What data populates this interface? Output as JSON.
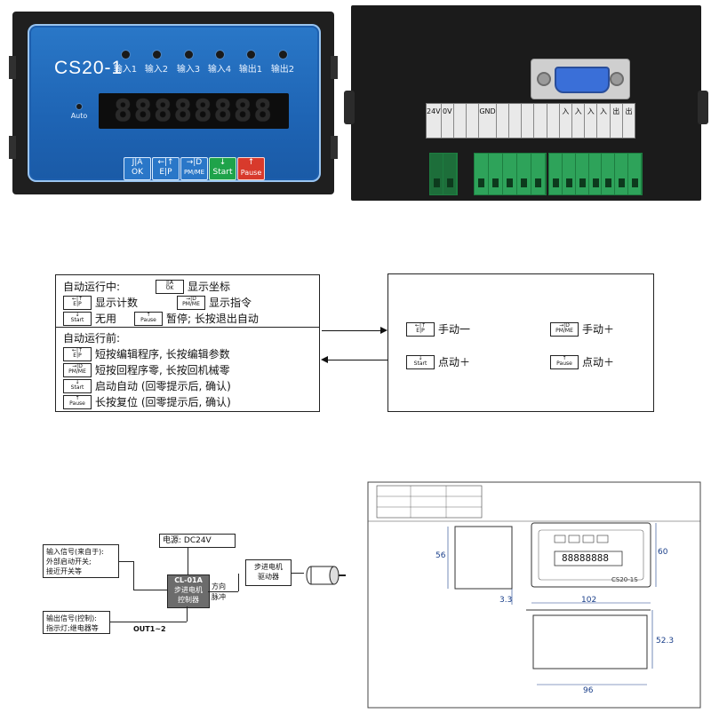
{
  "front_panel": {
    "model": "CS20-1",
    "indicators": [
      "输入1",
      "输入2",
      "输入3",
      "输入4",
      "输出1",
      "输出2"
    ],
    "auto_label": "Auto",
    "display_text": "88888888",
    "keys": [
      {
        "top": "J|A",
        "bottom": "OK"
      },
      {
        "top": "←|↑",
        "bottom": "E|P"
      },
      {
        "top": "→|D",
        "bottom": "PM/ME"
      },
      {
        "top": "↓",
        "bottom": "Start"
      },
      {
        "top": "↑",
        "bottom": "Pause"
      }
    ]
  },
  "back_panel": {
    "label_cells": [
      "24V",
      "0V",
      "",
      "",
      "GND",
      "",
      "",
      "",
      "",
      "",
      "入",
      "入",
      "入",
      "入",
      "出",
      "出"
    ]
  },
  "key_guide": {
    "running_title": "自动运行中:",
    "running_items": [
      {
        "key_top": "J|A",
        "key_bottom": "OK",
        "text": "显示坐标"
      },
      {
        "key_top": "←|↑",
        "key_bottom": "E|P",
        "text": "显示计数"
      },
      {
        "key_top": "→|D",
        "key_bottom": "PM/ME",
        "text": "显示指令"
      },
      {
        "key_top": "↓",
        "key_bottom": "Start",
        "text": "无用"
      },
      {
        "key_top": "↑",
        "key_bottom": "Pause",
        "text": "暂停; 长按退出自动"
      }
    ],
    "before_title": "自动运行前:",
    "before_items": [
      {
        "key_top": "←|↑",
        "key_bottom": "E|P",
        "text": "短按编辑程序, 长按编辑参数"
      },
      {
        "key_top": "→|D",
        "key_bottom": "PM/ME",
        "text": "短按回程序零, 长按回机械零"
      },
      {
        "key_top": "↓",
        "key_bottom": "Start",
        "text": "启动自动 (回零提示后, 确认)"
      },
      {
        "key_top": "↑",
        "key_bottom": "Pause",
        "text": "长按复位 (回零提示后, 确认)"
      }
    ],
    "manual_items": [
      {
        "key_top": "←|↑",
        "key_bottom": "E|P",
        "text": "手动一"
      },
      {
        "key_top": "→|D",
        "key_bottom": "PM/ME",
        "text": "手动＋"
      },
      {
        "key_top": "↓",
        "key_bottom": "Start",
        "text": "点动＋"
      },
      {
        "key_top": "↑",
        "key_bottom": "Pause",
        "text": "点动＋"
      }
    ]
  },
  "wiring": {
    "power": "电源: DC24V",
    "input_box": [
      "输入信号(来自于):",
      "外部启动开关;",
      "接近开关等"
    ],
    "controller": [
      "CL-01A",
      "步进电机",
      "控制器"
    ],
    "signal_label": [
      "方向",
      "脉冲"
    ],
    "driver": [
      "步进电机",
      "驱动器"
    ],
    "output_box": [
      "输出信号(控制):",
      "指示灯;继电器等"
    ],
    "out_label": "OUT1~2"
  },
  "drawing": {
    "dimensions": {
      "height_left": "56",
      "depth_left": "3.3",
      "width_front": "102",
      "height_front": "60",
      "width_bottom": "96",
      "height_bottom": "52.3"
    },
    "display_text": "88888888",
    "panel_model": "CS20-1S"
  },
  "colors": {
    "panel_blue": "#1e64b4",
    "terminal_green": "#2ea35a",
    "key_green": "#1fa34a",
    "key_red": "#d83a2c"
  }
}
